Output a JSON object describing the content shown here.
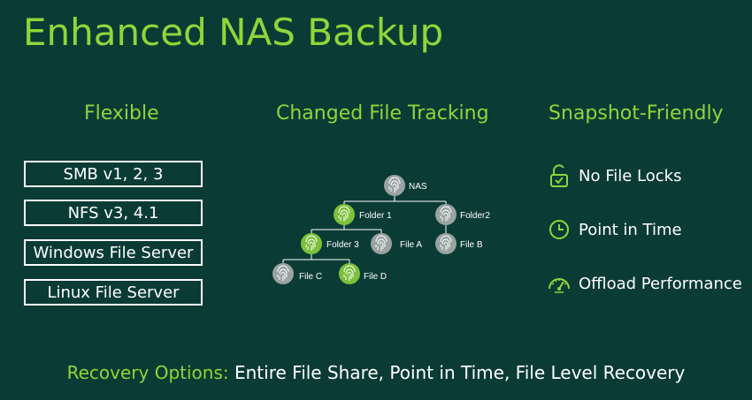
{
  "title": "Enhanced NAS Backup",
  "columns": {
    "flexible": {
      "heading": "Flexible",
      "items": [
        "SMB v1, 2, 3",
        "NFS v3, 4.1",
        "Windows File Server",
        "Linux File Server"
      ]
    },
    "tracking": {
      "heading": "Changed File Tracking",
      "nodes": {
        "nas": "NAS",
        "folder1": "Folder 1",
        "folder2": "Folder2",
        "folder3": "Folder 3",
        "fileA": "File A",
        "fileB": "File B",
        "fileC": "File C",
        "fileD": "File D"
      }
    },
    "snapshot": {
      "heading": "Snapshot-Friendly",
      "items": [
        {
          "icon": "unlock-icon",
          "label": "No File Locks"
        },
        {
          "icon": "clock-icon",
          "label": "Point in Time"
        },
        {
          "icon": "speedometer-icon",
          "label": "Offload Performance"
        }
      ]
    }
  },
  "footer": {
    "label": "Recovery Options:",
    "value": "Entire File Share, Point in Time, File Level Recovery"
  },
  "colors": {
    "background": "#0b3b35",
    "accent": "#8fd63a",
    "changed_node": "#7cc03c",
    "unchanged_node": "#9aa3a2"
  }
}
